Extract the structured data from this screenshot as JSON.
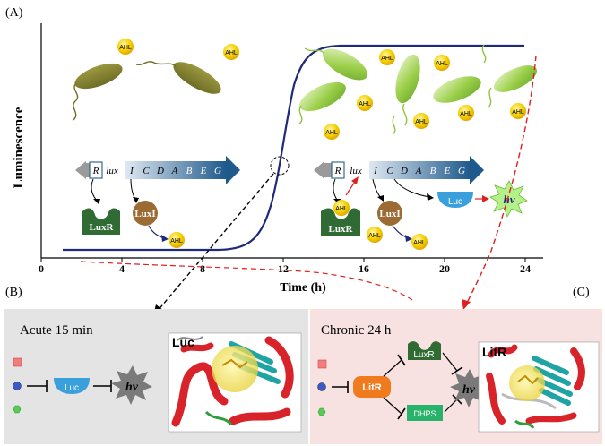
{
  "panels": {
    "a": "(A)",
    "b": "(B)",
    "c": "(C)"
  },
  "axes": {
    "ylabel": "Luminescence",
    "xlabel": "Time (h)",
    "ticks": [
      "0",
      "4",
      "8",
      "12",
      "16",
      "20",
      "24"
    ]
  },
  "labels": {
    "ahl": "AHL",
    "luxr": "LuxR",
    "luxi": "LuxI",
    "luc": "Luc",
    "hv": "hv",
    "litr": "LitR",
    "dhps": "DHPS"
  },
  "operon": {
    "r": "R",
    "lux": "lux",
    "genes": [
      "I",
      "C",
      "D",
      "A",
      "B",
      "E",
      "G"
    ]
  },
  "acute": {
    "title": "Acute 15 min",
    "structure_label": "Luc"
  },
  "chronic": {
    "title": "Chronic 24 h",
    "structure_label": "LitR"
  },
  "colors": {
    "curve": "#1f2a7a",
    "panel_b": "#e4e4e4",
    "panel_c": "#f7e1e1",
    "dashed_red": "#e02020",
    "bacteria_olive": "#8c8a35",
    "bacteria_green": "#8cc63f",
    "ahl_yellow": "#f5c400",
    "luxr_green": "#2f6b33",
    "luxi_brown": "#9c6a33",
    "luc_blue": "#3aa0dc",
    "litr_orange": "#f07a1e",
    "dhps_green": "#27b36a"
  }
}
